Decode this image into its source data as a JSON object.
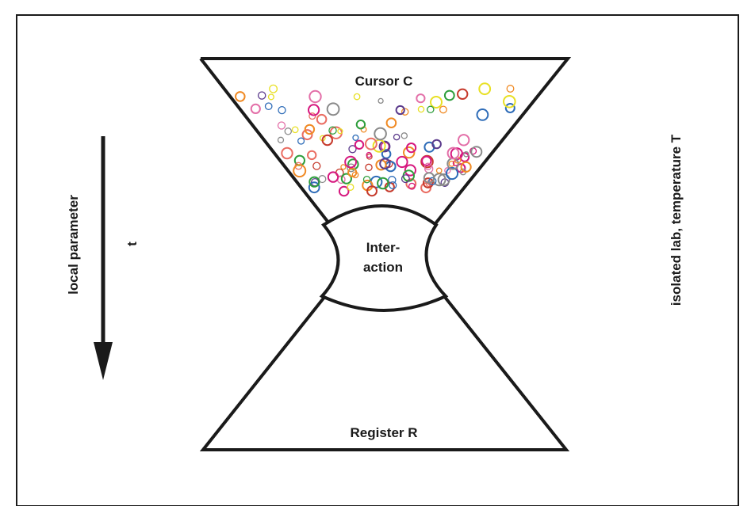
{
  "labels": {
    "cursor": "Cursor C",
    "interaction_line1": "Inter-",
    "interaction_line2": "action",
    "register": "Register R",
    "local_parameter": "local parameter",
    "t": "t",
    "isolated_lab": "isolated lab, temperature T"
  },
  "colors": {
    "outline": "#1a1a1a",
    "particles": [
      "#e8e024",
      "#d6177e",
      "#f08a24",
      "#5b3a8c",
      "#2e9e3c",
      "#ea6d62",
      "#2e6cb8",
      "#c63a2c",
      "#e36fa8",
      "#8a8a8a"
    ]
  },
  "particle_count": 130
}
